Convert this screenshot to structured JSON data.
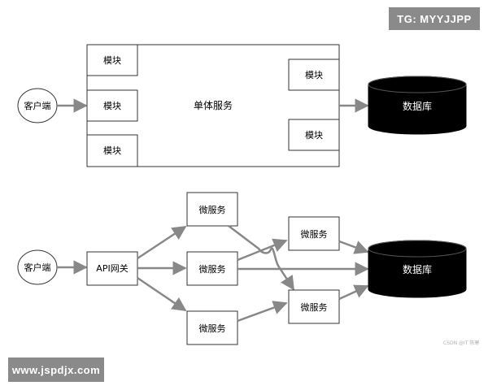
{
  "watermarks": {
    "top_right": "TG: MYYJJPP",
    "bottom_left": "www.jspdjx.com",
    "credit": "CSDN @IT 陈寒"
  },
  "monolith": {
    "client": "客户端",
    "service": "单体服务",
    "modules": [
      "模块",
      "模块",
      "模块",
      "模块",
      "模块"
    ],
    "database": "数据库"
  },
  "microservices": {
    "client": "客户端",
    "gateway": "API网关",
    "services": [
      "微服务",
      "微服务",
      "微服务",
      "微服务",
      "微服务"
    ],
    "database": "数据库"
  },
  "colors": {
    "arrow": "#888888",
    "box_border": "#333333",
    "database_fill": "#000000",
    "database_text": "#ffffff",
    "watermark_bg": "#8a8a8a"
  }
}
